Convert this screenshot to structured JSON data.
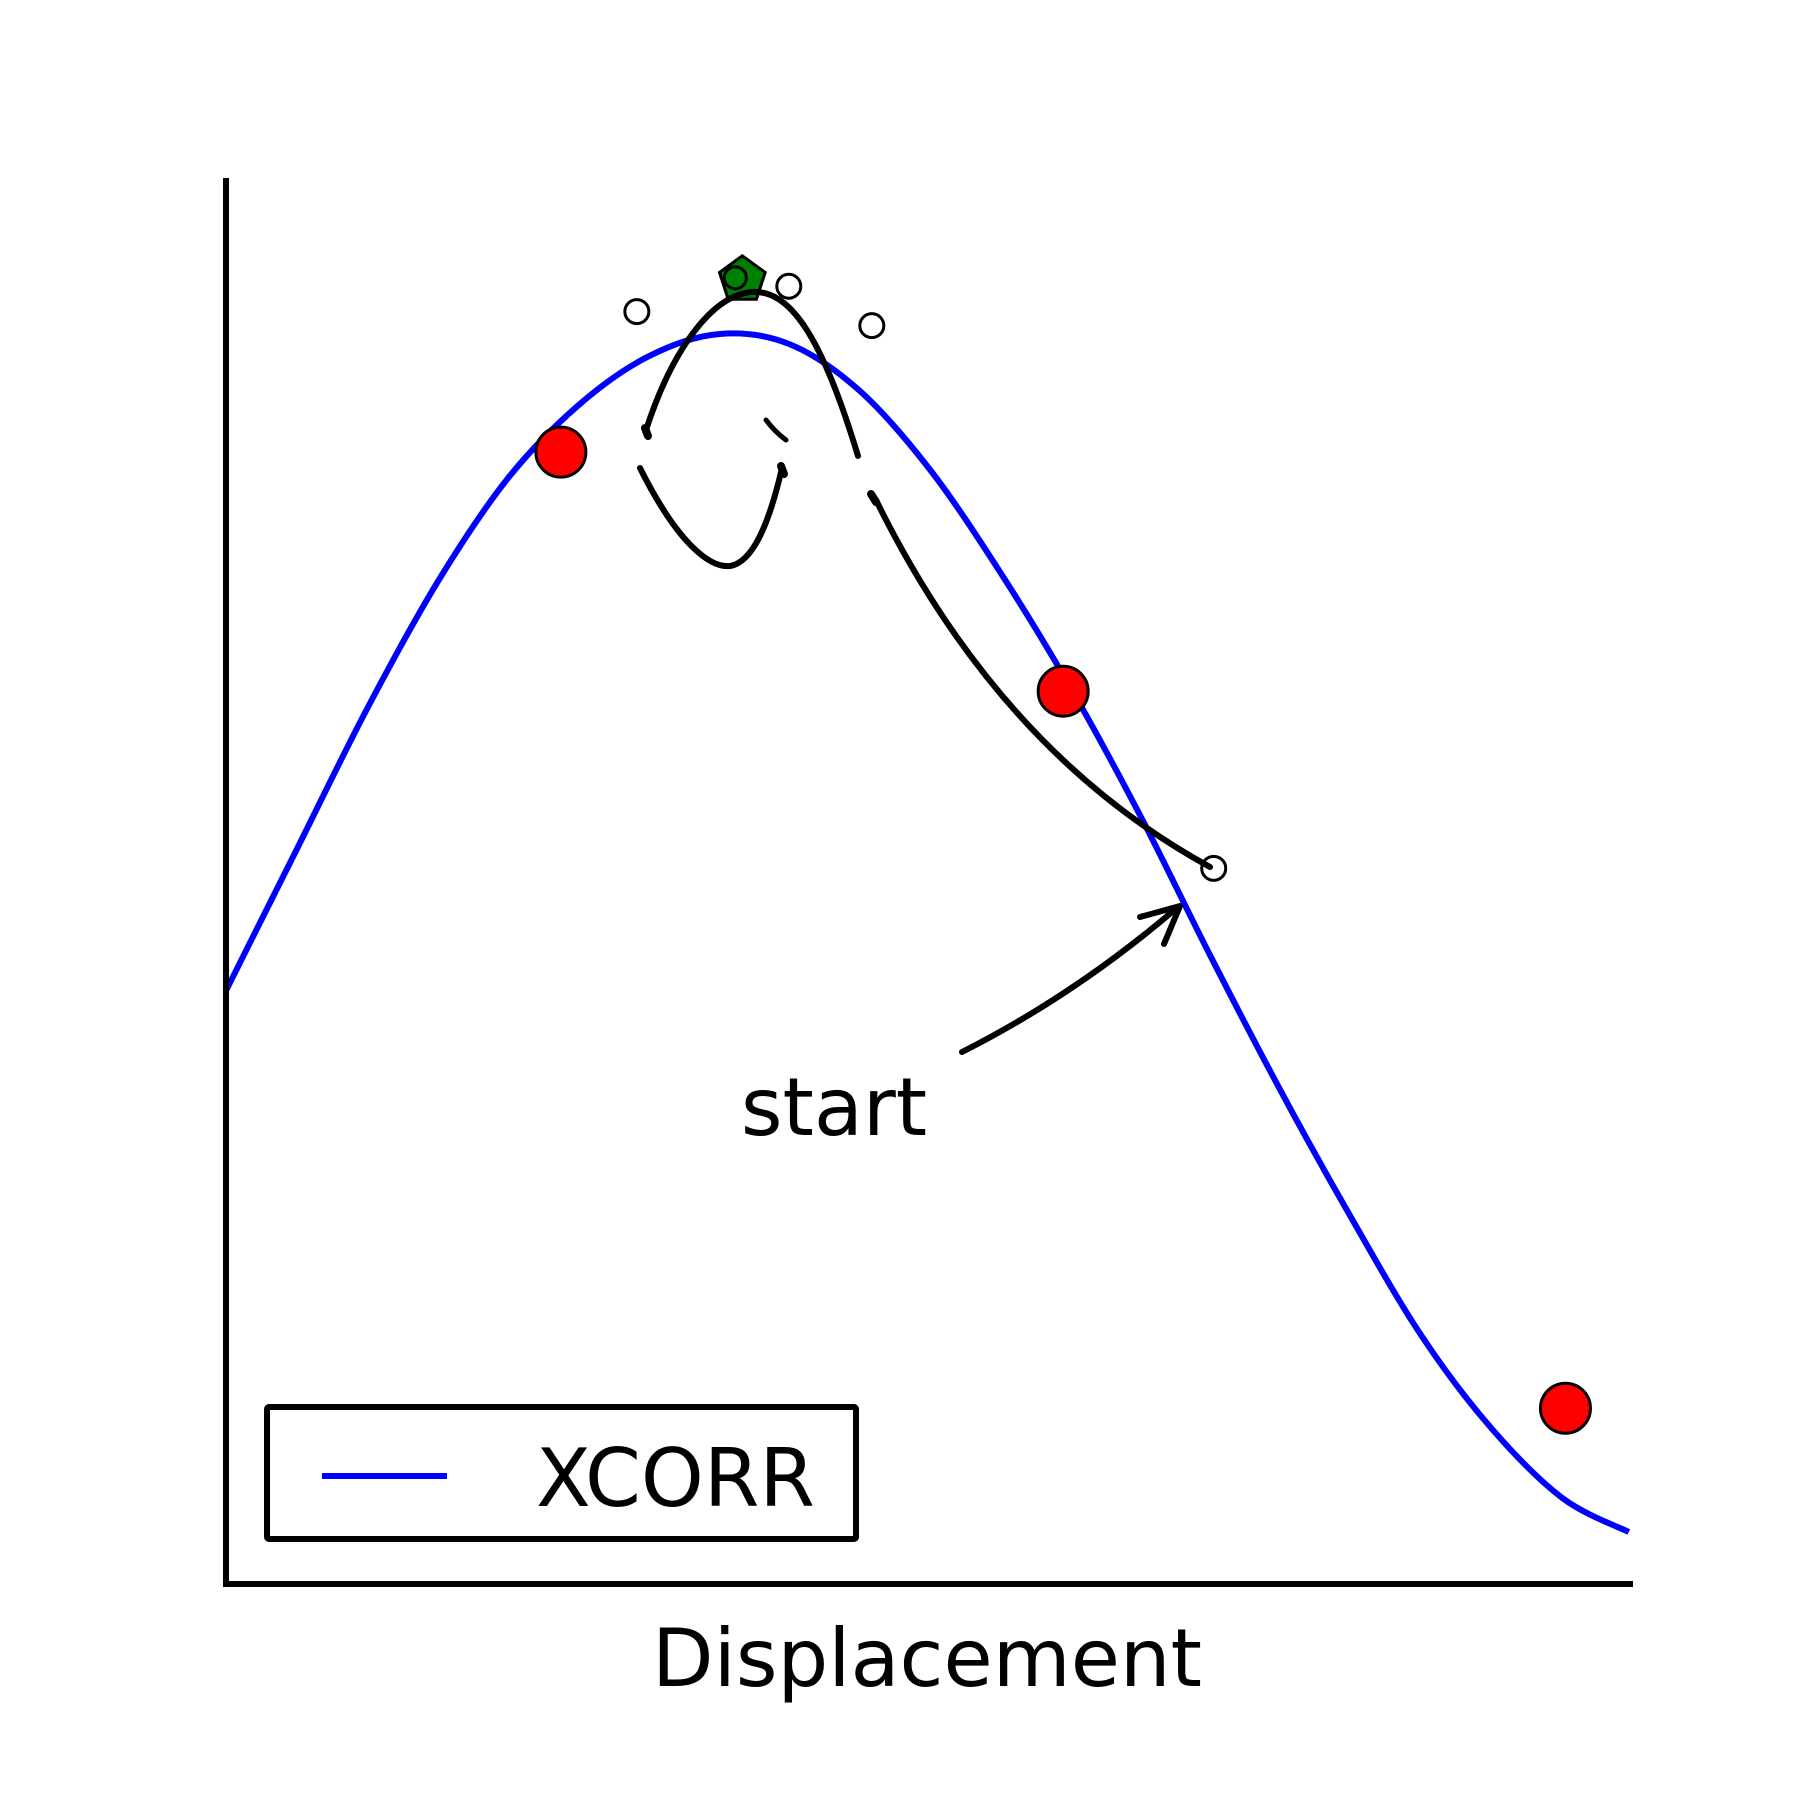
{
  "chart_data": {
    "type": "line",
    "title": "",
    "xlabel": "Displacement",
    "ylabel": "",
    "xlim": [
      0,
      10
    ],
    "ylim": [
      0,
      10
    ],
    "grid": false,
    "legend": {
      "placement": "bottom-left",
      "entries": [
        "XCORR"
      ]
    },
    "series": [
      {
        "name": "XCORR",
        "color": "#0000ff",
        "x": [
          0,
          0.5,
          1.0,
          1.5,
          2.0,
          2.5,
          3.0,
          3.5,
          4.0,
          4.5,
          5.0,
          5.5,
          6.0,
          6.5,
          7.0,
          7.5,
          8.0,
          8.5,
          9.0,
          9.5,
          9.97
        ],
        "y": [
          4.22,
          5.22,
          6.22,
          7.12,
          7.86,
          8.38,
          8.73,
          8.89,
          8.82,
          8.49,
          7.93,
          7.2,
          6.38,
          5.46,
          4.46,
          3.5,
          2.6,
          1.76,
          1.1,
          0.61,
          0.37
        ]
      }
    ],
    "sample_points": {
      "color": "#ff0000",
      "x": [
        2.38,
        5.95,
        9.52
      ],
      "y": [
        8.05,
        6.35,
        1.25
      ]
    },
    "iteration_points": {
      "x": [
        7.02,
        4.59,
        2.92,
        4.0
      ],
      "y": [
        5.09,
        8.95,
        9.05,
        9.23
      ]
    },
    "optimum_point": {
      "color": "#008000",
      "x": 3.62,
      "y": 9.29
    },
    "annotations": [
      {
        "text": "start",
        "x": 4.3,
        "y": 3.1
      }
    ]
  }
}
